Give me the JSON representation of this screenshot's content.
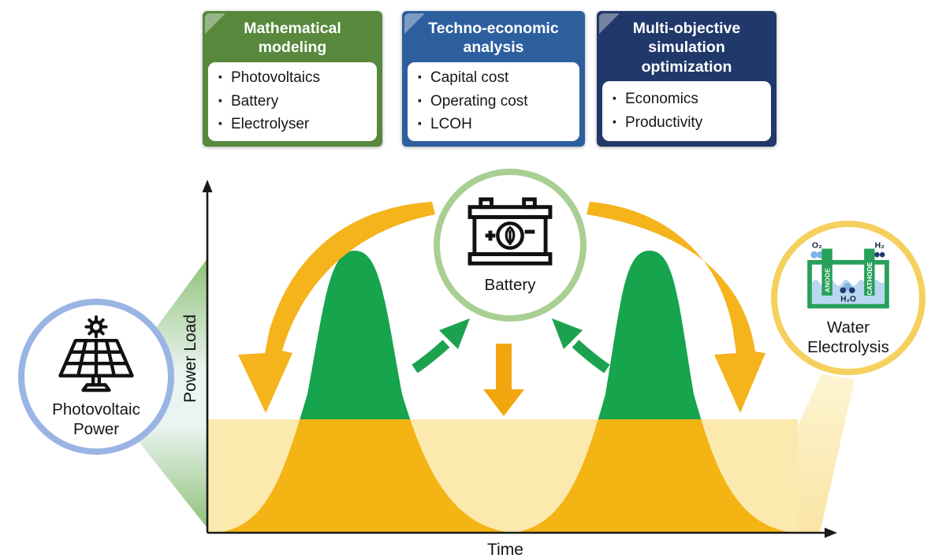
{
  "palette": {
    "green_box": "#57883c",
    "blue_box": "#2d5f9e",
    "navy_box": "#20386a",
    "peak_green": "#16a44c",
    "charge_arrow_green": "#1ca24f",
    "gold": "#f3b414",
    "pale_yellow_band": "#fce9ad",
    "pv_ring": "#9ab4e4",
    "battery_ring": "#a9cf93",
    "electrolysis_ring": "#f6d05e"
  },
  "glyphs": {
    "bullet": "·"
  },
  "top_boxes": [
    {
      "title_lines": [
        "Mathematical",
        "modeling"
      ],
      "items": [
        "Photovoltaics",
        "Battery",
        "Electrolyser"
      ]
    },
    {
      "title_lines": [
        "Techno-economic",
        "analysis"
      ],
      "items": [
        "Capital cost",
        "Operating cost",
        "LCOH"
      ]
    },
    {
      "title_lines": [
        "Multi-objective",
        "simulation",
        "optimization"
      ],
      "items": [
        "Economics",
        "Productivity"
      ]
    }
  ],
  "chart": {
    "ylabel": "Power Load",
    "xlabel": "Time"
  },
  "chart_data": {
    "type": "area",
    "xlabel": "Time",
    "ylabel": "Power Load",
    "axes_numeric": false,
    "series": [
      {
        "name": "Excess PV generation peaks (green)",
        "color": "#16a44c"
      },
      {
        "name": "PV generation supplying load (gold)",
        "color": "#f3b414"
      },
      {
        "name": "Base power load band (pale yellow)",
        "color": "#fce9ad"
      }
    ]
  },
  "nodes": {
    "photovoltaic": {
      "label_lines": [
        "Photovoltaic",
        "Power"
      ]
    },
    "battery": {
      "label": "Battery"
    },
    "electrolysis": {
      "label_lines": [
        "Water",
        "Electrolysis"
      ],
      "anode": "ANODE",
      "cathode": "CATHODE",
      "o2": "O₂",
      "h2": "H₂",
      "h2o": "H₂O"
    }
  }
}
